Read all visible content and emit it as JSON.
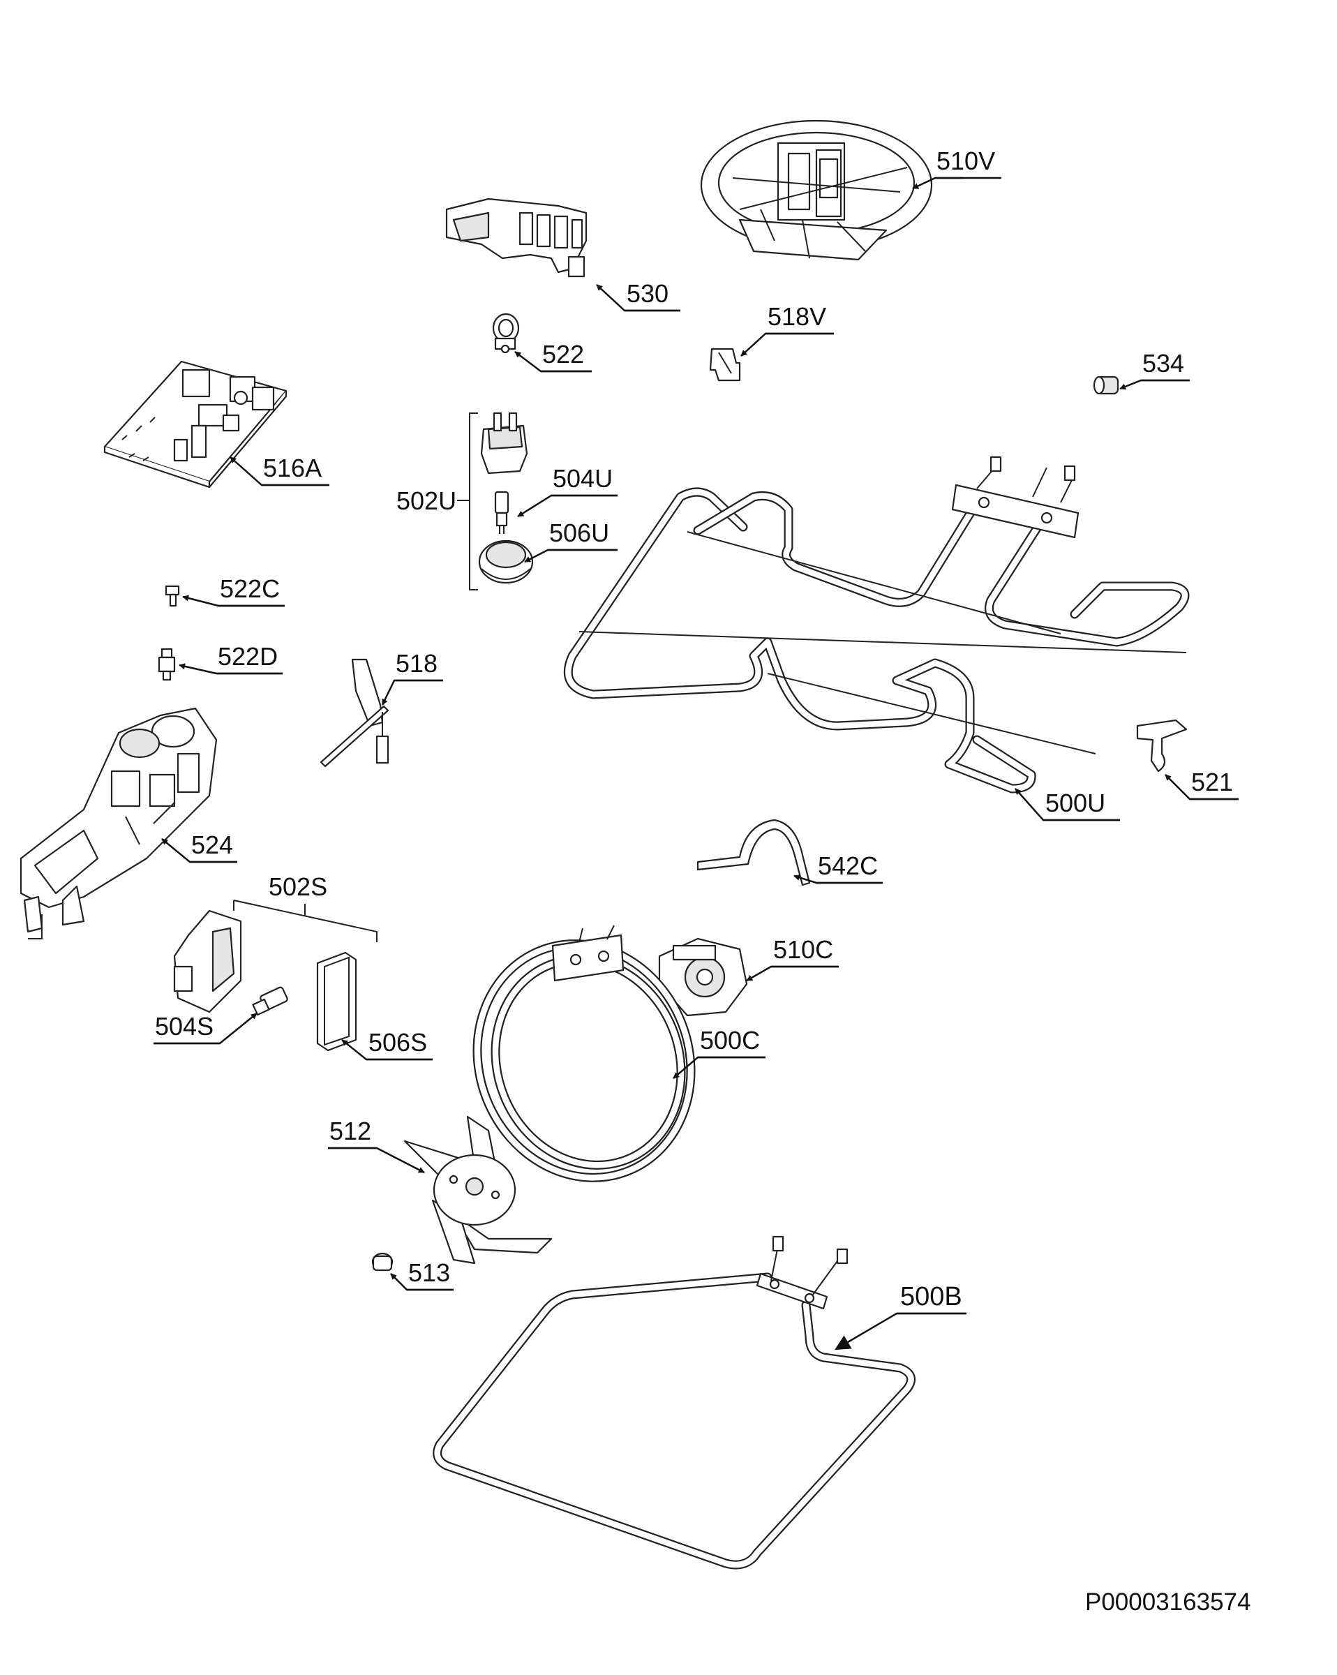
{
  "document_id": "P00003163574",
  "labels": {
    "l510V": "510V",
    "l530": "530",
    "l522": "522",
    "l518V": "518V",
    "l534": "534",
    "l516A": "516A",
    "l502U": "502U",
    "l504U": "504U",
    "l506U": "506U",
    "l522C": "522C",
    "l522D": "522D",
    "l518": "518",
    "l500U": "500U",
    "l521": "521",
    "l524": "524",
    "l542C": "542C",
    "l502S": "502S",
    "l510C": "510C",
    "l504S": "504S",
    "l506S": "506S",
    "l500C": "500C",
    "l512": "512",
    "l513": "513",
    "l500B": "500B"
  }
}
